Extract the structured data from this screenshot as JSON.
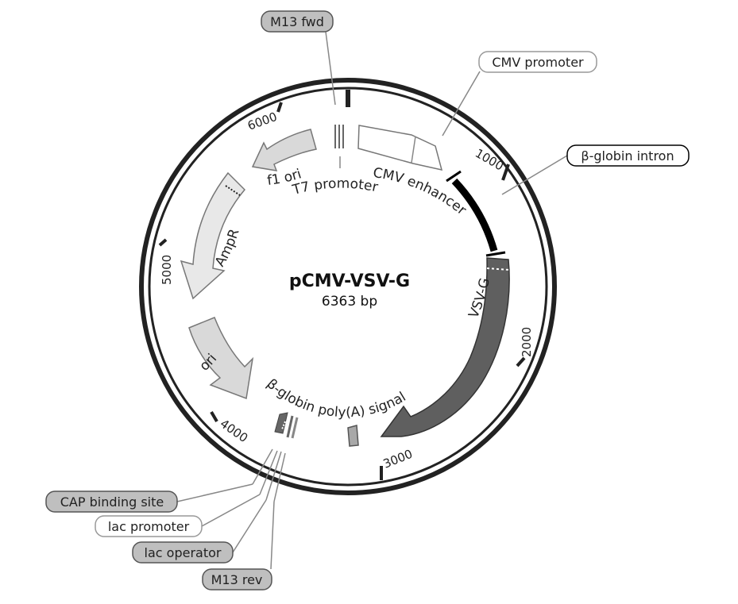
{
  "plasmid": {
    "name": "pCMV-VSV-G",
    "length": "6363 bp"
  },
  "ticks": [
    "1000",
    "2000",
    "3000",
    "4000",
    "5000",
    "6000"
  ],
  "features": {
    "cmv_enhancer": "CMV enhancer",
    "vsv_g": "VSV-G",
    "beta_globin_polya": "β-globin poly(A) signal",
    "ori": "ori",
    "ampr": "AmpR",
    "f1_ori": "f1 ori",
    "t7_promoter": "T7 promoter"
  },
  "callouts": {
    "m13_fwd": "M13 fwd",
    "cmv_promoter": "CMV promoter",
    "beta_globin_intron": "β-globin intron",
    "cap_binding_site": "CAP binding site",
    "lac_promoter": "lac promoter",
    "lac_operator": "lac operator",
    "m13_rev": "M13 rev"
  },
  "colors": {
    "backbone": "#222222",
    "vsv_g_fill": "#5f5f5f",
    "light_feature_fill": "#d9d9d9",
    "white_feature_fill": "#ffffff",
    "intron_fill": "#000000",
    "callout_grey": "#bfbfbf",
    "callout_white": "#ffffff"
  }
}
